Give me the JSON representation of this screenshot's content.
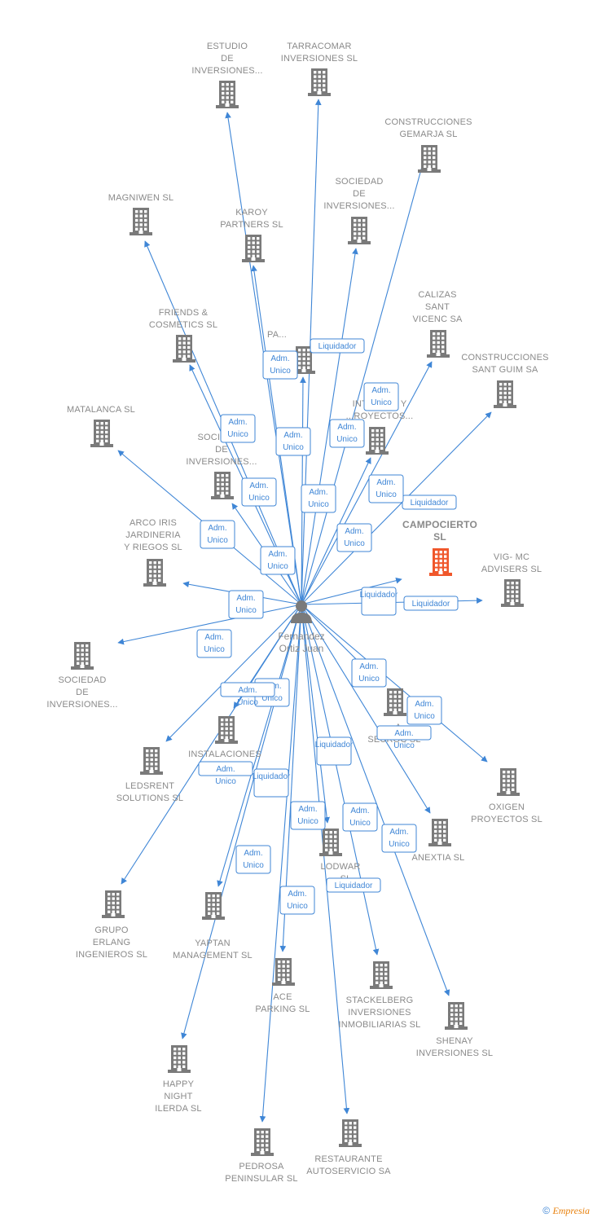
{
  "center": {
    "label_lines": [
      "Fernandez",
      "Ortiz Juan"
    ]
  },
  "nodes": [
    {
      "id": "estudio-inversiones",
      "lines": [
        "ESTUDIO",
        "DE",
        "INVERSIONES..."
      ]
    },
    {
      "id": "tarracomar",
      "lines": [
        "TARRACOMAR",
        "INVERSIONES SL"
      ]
    },
    {
      "id": "construcciones-gemarja",
      "lines": [
        "CONSTRUCCIONES",
        "GEMARJA SL"
      ]
    },
    {
      "id": "sociedad-inversiones-top",
      "lines": [
        "SOCIEDAD",
        "DE",
        "INVERSIONES..."
      ]
    },
    {
      "id": "magniwen",
      "lines": [
        "MAGNIWEN SL"
      ]
    },
    {
      "id": "karoy",
      "lines": [
        "KAROY",
        "PARTNERS SL"
      ]
    },
    {
      "id": "calizas",
      "lines": [
        "CALIZAS",
        "SANT",
        "VICENC SA"
      ]
    },
    {
      "id": "friends-cosmetics",
      "lines": [
        "FRIENDS &",
        "COSMETICS SL"
      ]
    },
    {
      "id": "pa",
      "lines": [
        "PA..."
      ]
    },
    {
      "id": "construcciones-sant-guim",
      "lines": [
        "CONSTRUCCIONES",
        "SANT GUIM SA"
      ]
    },
    {
      "id": "estudio-integral",
      "lines": [
        "...DIO",
        "INTEGRAL Y",
        "...ROYECTOS..."
      ]
    },
    {
      "id": "matalanca",
      "lines": [
        "MATALANCA SL"
      ]
    },
    {
      "id": "sociedad-inversiones-mid",
      "lines": [
        "SOCIEDAD",
        "DE",
        "INVERSIONES..."
      ]
    },
    {
      "id": "campocierto",
      "lines": [
        "CAMPOCIERTO",
        "SL"
      ],
      "focus": true
    },
    {
      "id": "arco-iris",
      "lines": [
        "ARCO IRIS",
        "JARDINERIA",
        "Y RIEGOS SL"
      ]
    },
    {
      "id": "vig-mc",
      "lines": [
        "VIG- MC",
        "ADVISERS SL"
      ]
    },
    {
      "id": "sociedad-inversiones-left",
      "lines": [
        "SOCIEDAD",
        "DE",
        "INVERSIONES..."
      ]
    },
    {
      "id": "seuroc",
      "lines": [
        "...A",
        "SEUROC SL"
      ]
    },
    {
      "id": "instalaciones",
      "lines": [
        "INSTALACIONES",
        "...A S..."
      ]
    },
    {
      "id": "ledsrent",
      "lines": [
        "LEDSRENT",
        "SOLUTIONS SL"
      ]
    },
    {
      "id": "oxigen",
      "lines": [
        "OXIGEN",
        "PROYECTOS SL"
      ]
    },
    {
      "id": "anextia",
      "lines": [
        "ANEXTIA SL"
      ]
    },
    {
      "id": "lodwar",
      "lines": [
        "LODWAR",
        "... SL"
      ]
    },
    {
      "id": "grupo-erlang",
      "lines": [
        "GRUPO",
        "ERLANG",
        "INGENIEROS SL"
      ]
    },
    {
      "id": "yaptan",
      "lines": [
        "YAPTAN",
        "MANAGEMENT SL"
      ]
    },
    {
      "id": "ace-parking",
      "lines": [
        "ACE",
        "PARKING  SL"
      ]
    },
    {
      "id": "stackelberg",
      "lines": [
        "STACKELBERG",
        "INVERSIONES",
        "INMOBILIARIAS SL"
      ]
    },
    {
      "id": "shenay",
      "lines": [
        "SHENAY",
        "INVERSIONES SL"
      ]
    },
    {
      "id": "happy-night",
      "lines": [
        "HAPPY",
        "NIGHT",
        "ILERDA SL"
      ]
    },
    {
      "id": "pedrosa",
      "lines": [
        "PEDROSA",
        "PENINSULAR SL"
      ]
    },
    {
      "id": "restaurante",
      "lines": [
        "RESTAURANTE",
        "AUTOSERVICIO SA"
      ]
    }
  ],
  "badges": [
    {
      "lines": [
        "Adm.",
        "Unico"
      ]
    },
    {
      "lines": [
        "Liquidador"
      ]
    },
    {
      "lines": [
        "Adm.",
        "Unico"
      ]
    },
    {
      "lines": [
        "Adm.",
        "Unico"
      ]
    },
    {
      "lines": [
        "Adm.",
        "Unico"
      ]
    },
    {
      "lines": [
        "Adm.",
        "Unico"
      ]
    },
    {
      "lines": [
        "Adm.",
        "Unico"
      ]
    },
    {
      "lines": [
        "Adm.",
        "Unico"
      ]
    },
    {
      "lines": [
        "Liquidador"
      ]
    },
    {
      "lines": [
        "Adm.",
        "Unico"
      ]
    },
    {
      "lines": [
        "Adm.",
        "Unico"
      ]
    },
    {
      "lines": [
        "Adm.",
        "Unico"
      ]
    },
    {
      "lines": [
        "Adm.",
        "Unico"
      ]
    },
    {
      "lines": [
        "Adm.",
        "Unico"
      ]
    },
    {
      "lines": [
        "Liquidador"
      ]
    },
    {
      "lines": [
        "Adm.",
        "Unico"
      ]
    },
    {
      "lines": [
        "Adm.",
        "Unico"
      ]
    },
    {
      "lines": [
        "Liquidador"
      ]
    },
    {
      "lines": [
        "Adm.",
        "Unico"
      ]
    },
    {
      "lines": [
        "Adm.",
        "Unico"
      ]
    },
    {
      "lines": [
        "Adm.",
        "Unico"
      ]
    },
    {
      "lines": [
        "Liquidador"
      ]
    },
    {
      "lines": [
        "Adm.",
        "Unico"
      ]
    },
    {
      "lines": [
        "Liquidador"
      ]
    },
    {
      "lines": [
        "Adm.",
        "Unico"
      ]
    },
    {
      "lines": [
        "Adm.",
        "Unico"
      ]
    },
    {
      "lines": [
        "Adm.",
        "Unico"
      ]
    },
    {
      "lines": [
        "Adm.",
        "Unico"
      ]
    },
    {
      "lines": [
        "Adm.",
        "Unico"
      ]
    },
    {
      "lines": [
        "Adm.",
        "Unico"
      ]
    },
    {
      "lines": [
        "Liquidador"
      ]
    }
  ],
  "footer": {
    "copyright": "©",
    "brand": "Empresia"
  },
  "colors": {
    "edge": "#3f86d6",
    "building": "#7a7a7a",
    "focus_building": "#f0572b"
  }
}
